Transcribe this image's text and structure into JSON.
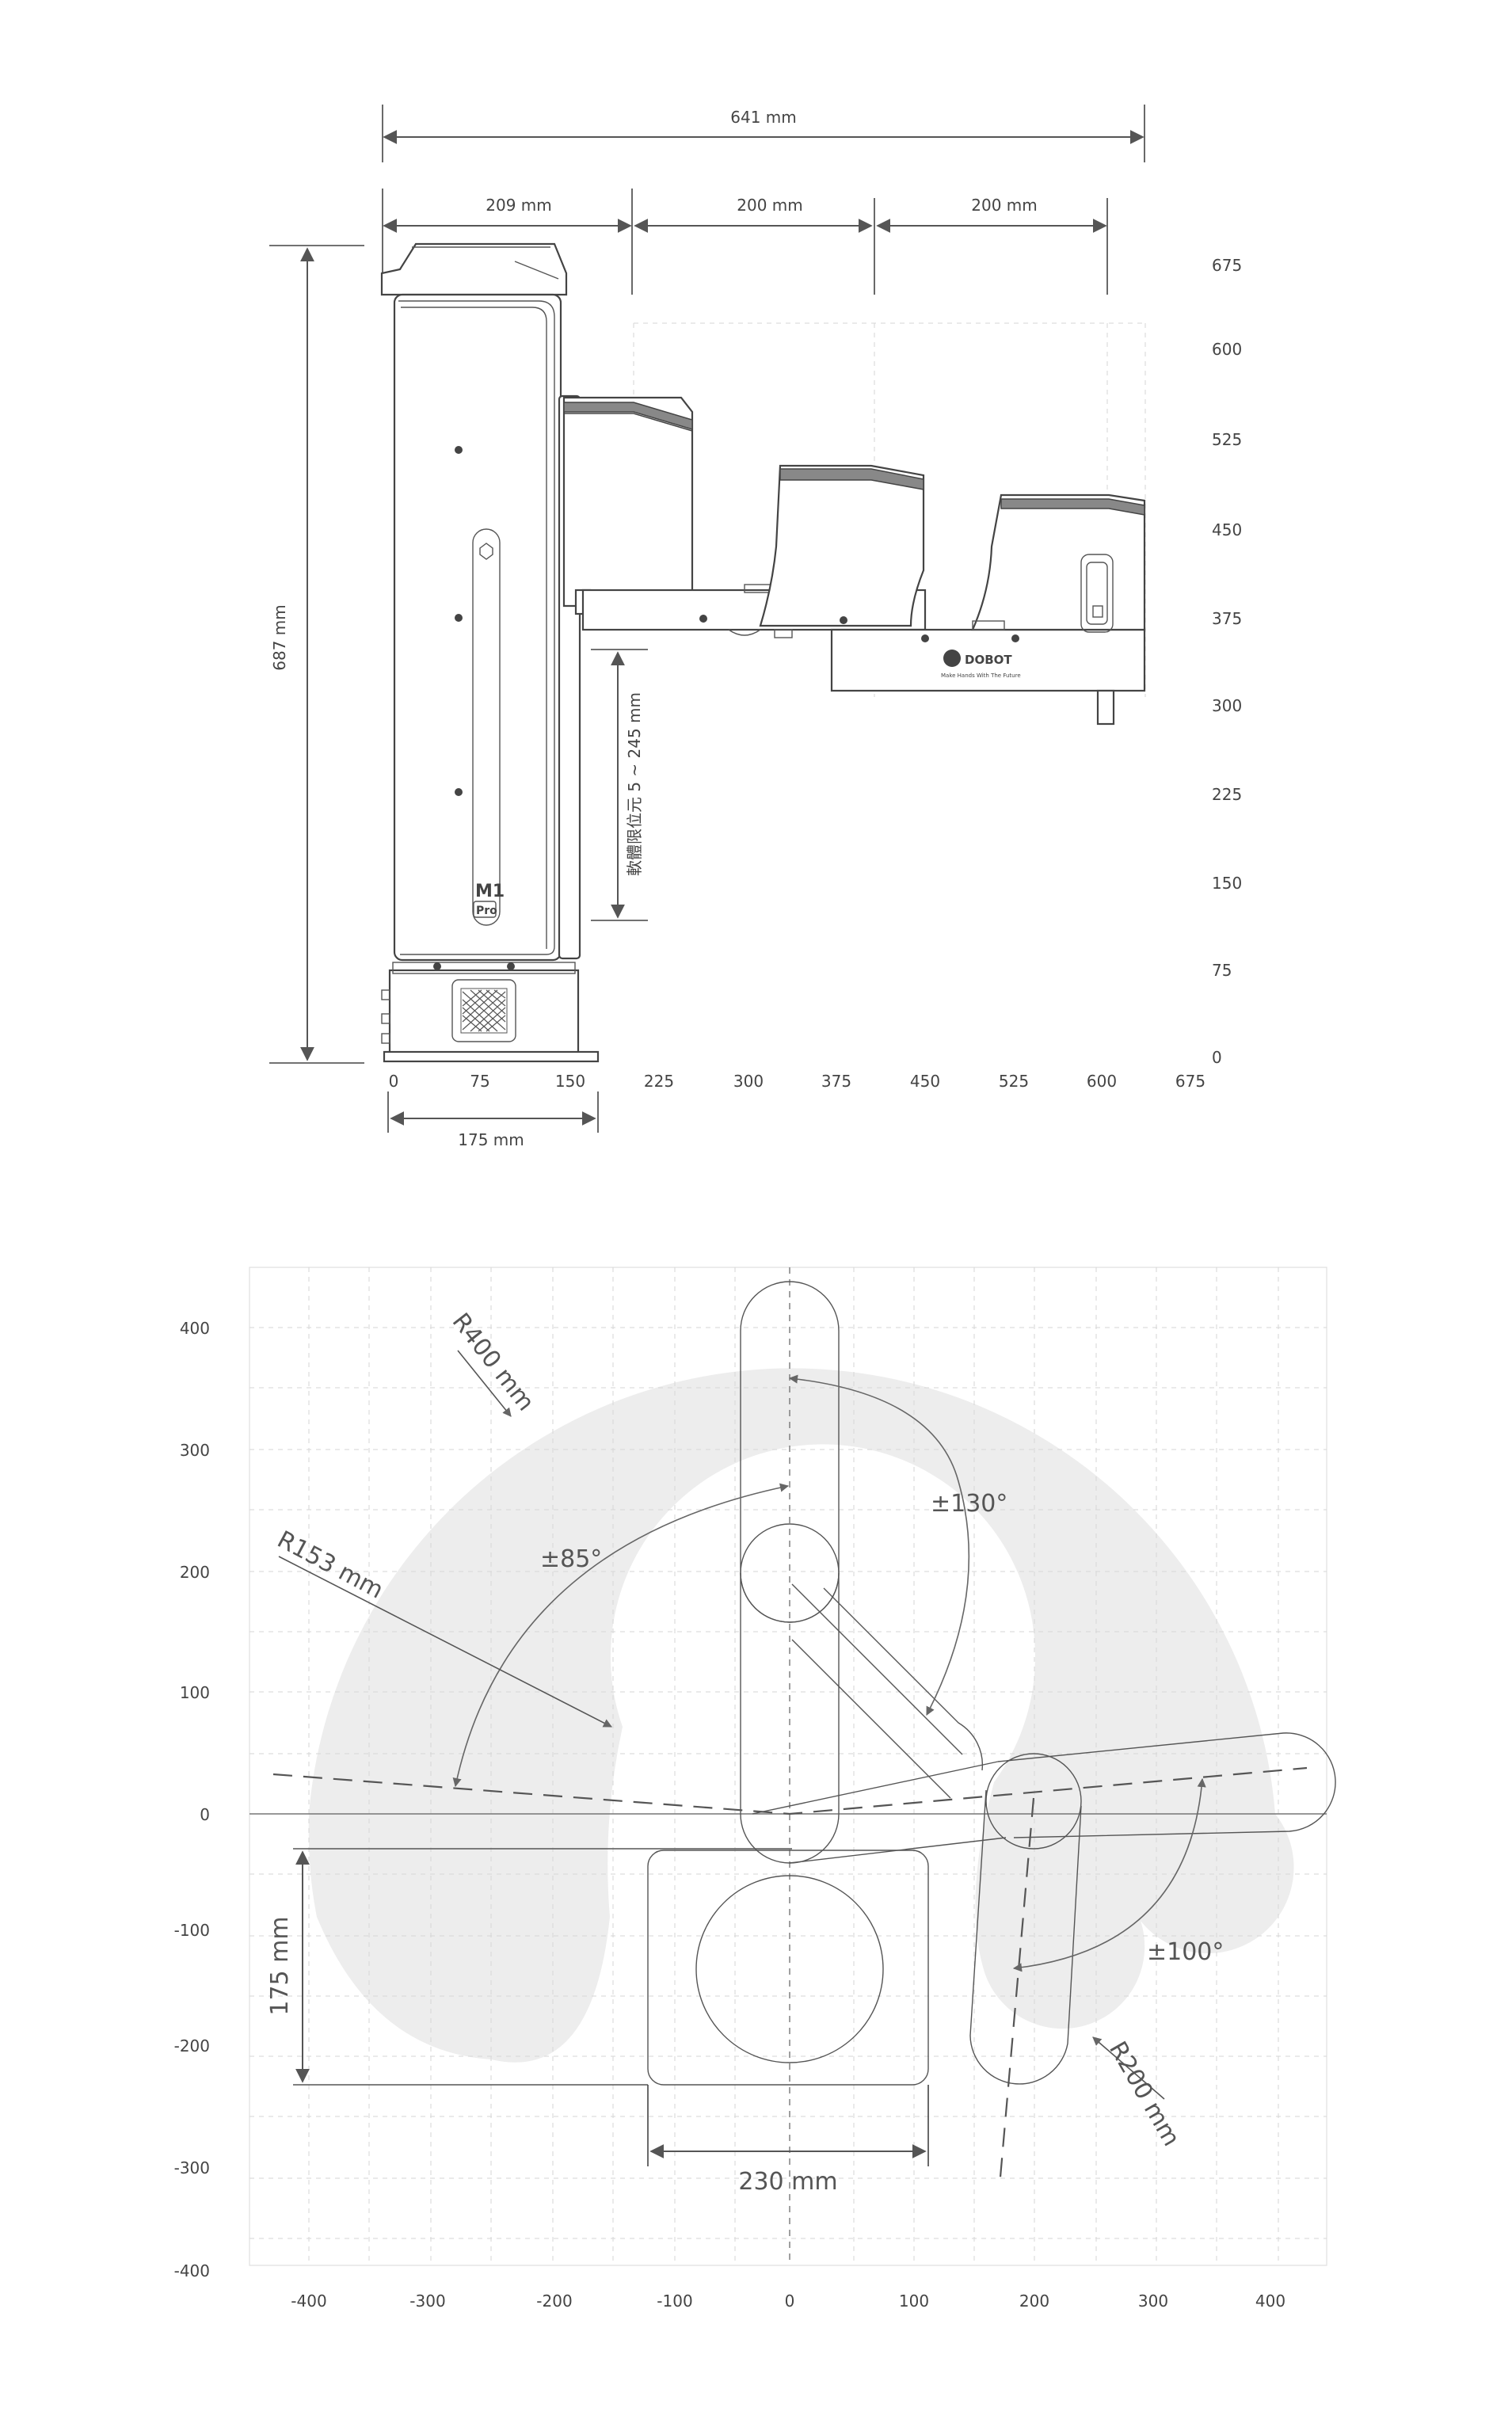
{
  "side_view": {
    "dims": {
      "total_width": "641 mm",
      "base_width": "209 mm",
      "arm1": "200 mm",
      "arm2": "200 mm",
      "height": "687 mm",
      "stroke": "軟體限位元 5 ~ 245 mm",
      "footprint": "175 mm"
    },
    "x_ticks": [
      "0",
      "75",
      "150",
      "225",
      "300",
      "375",
      "450",
      "525",
      "600",
      "675"
    ],
    "y_ticks": [
      "675",
      "600",
      "525",
      "450",
      "375",
      "300",
      "225",
      "150",
      "75",
      "0"
    ],
    "logo_text": "DOBOT",
    "logo_tagline": "Make Hands With The Future",
    "model_badge": "M1",
    "model_sub": "Pro"
  },
  "top_view": {
    "x_ticks": [
      "-400",
      "-300",
      "-200",
      "-100",
      "0",
      "100",
      "200",
      "300",
      "400"
    ],
    "y_ticks": [
      "400",
      "300",
      "200",
      "100",
      "0",
      "-100",
      "-200",
      "-300",
      "-400"
    ],
    "labels": {
      "r400": "R400 mm",
      "r153": "R153 mm",
      "r200": "R200 mm",
      "a85": "±85°",
      "a130": "±130°",
      "a100": "±100°",
      "h175": "175 mm",
      "w230": "230 mm"
    }
  },
  "colors": {
    "line": "#444444",
    "workspace": "#ededed",
    "grid": "#d6d6d6"
  }
}
